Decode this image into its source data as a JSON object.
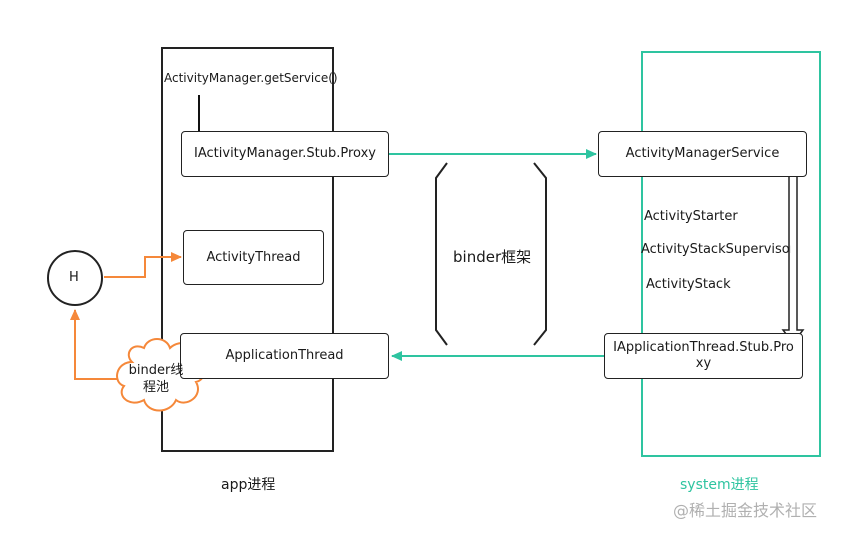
{
  "app_process": {
    "caption": "app进程",
    "get_service_call": "ActivityManager.getService()",
    "proxy_box": "IActivityManager.Stub.Proxy",
    "activity_thread_box": "ActivityThread",
    "application_thread_box": "ApplicationThread"
  },
  "binder": {
    "label": "binder框架",
    "thread_pool": "binder线程池",
    "handler": "H"
  },
  "system_process": {
    "caption": "system进程",
    "ams_box": "ActivityManagerService",
    "starter": "ActivityStarter",
    "stack_supervisor": "ActivityStackSupervisor",
    "stack": "ActivityStack",
    "app_thread_proxy_box": "IApplicationThread.Stub.Proxy"
  },
  "watermark": "@稀土掘金技术社区",
  "colors": {
    "teal": "#2ec4a0",
    "orange": "#f5883a",
    "black": "#222222"
  }
}
